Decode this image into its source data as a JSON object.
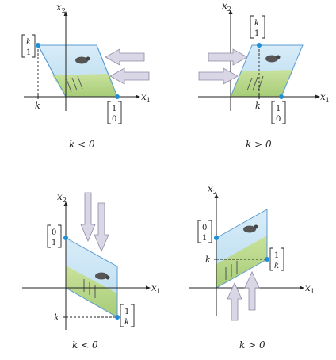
{
  "labels": {
    "x1": "x",
    "x1_sub": "1",
    "x2": "x",
    "x2_sub": "2",
    "k": "k",
    "vec_top": "k",
    "vec_bottom": "1",
    "e1_top": "1",
    "e1_bottom": "0",
    "e2_top": "0",
    "e2_bottom": "1",
    "shear_top": "1",
    "shear_bottom": "k"
  },
  "captions": {
    "top_left": "k < 0",
    "top_right": "k > 0",
    "bottom_left": "k < 0",
    "bottom_right": "k > 0"
  },
  "colors": {
    "sky": "#c7e3f4",
    "grass": "#b9d88a",
    "edge": "#5a9bd0",
    "point": "#1e8fd6",
    "arrow_fill": "#d9d6e6",
    "arrow_stroke": "#8e8aa6"
  }
}
